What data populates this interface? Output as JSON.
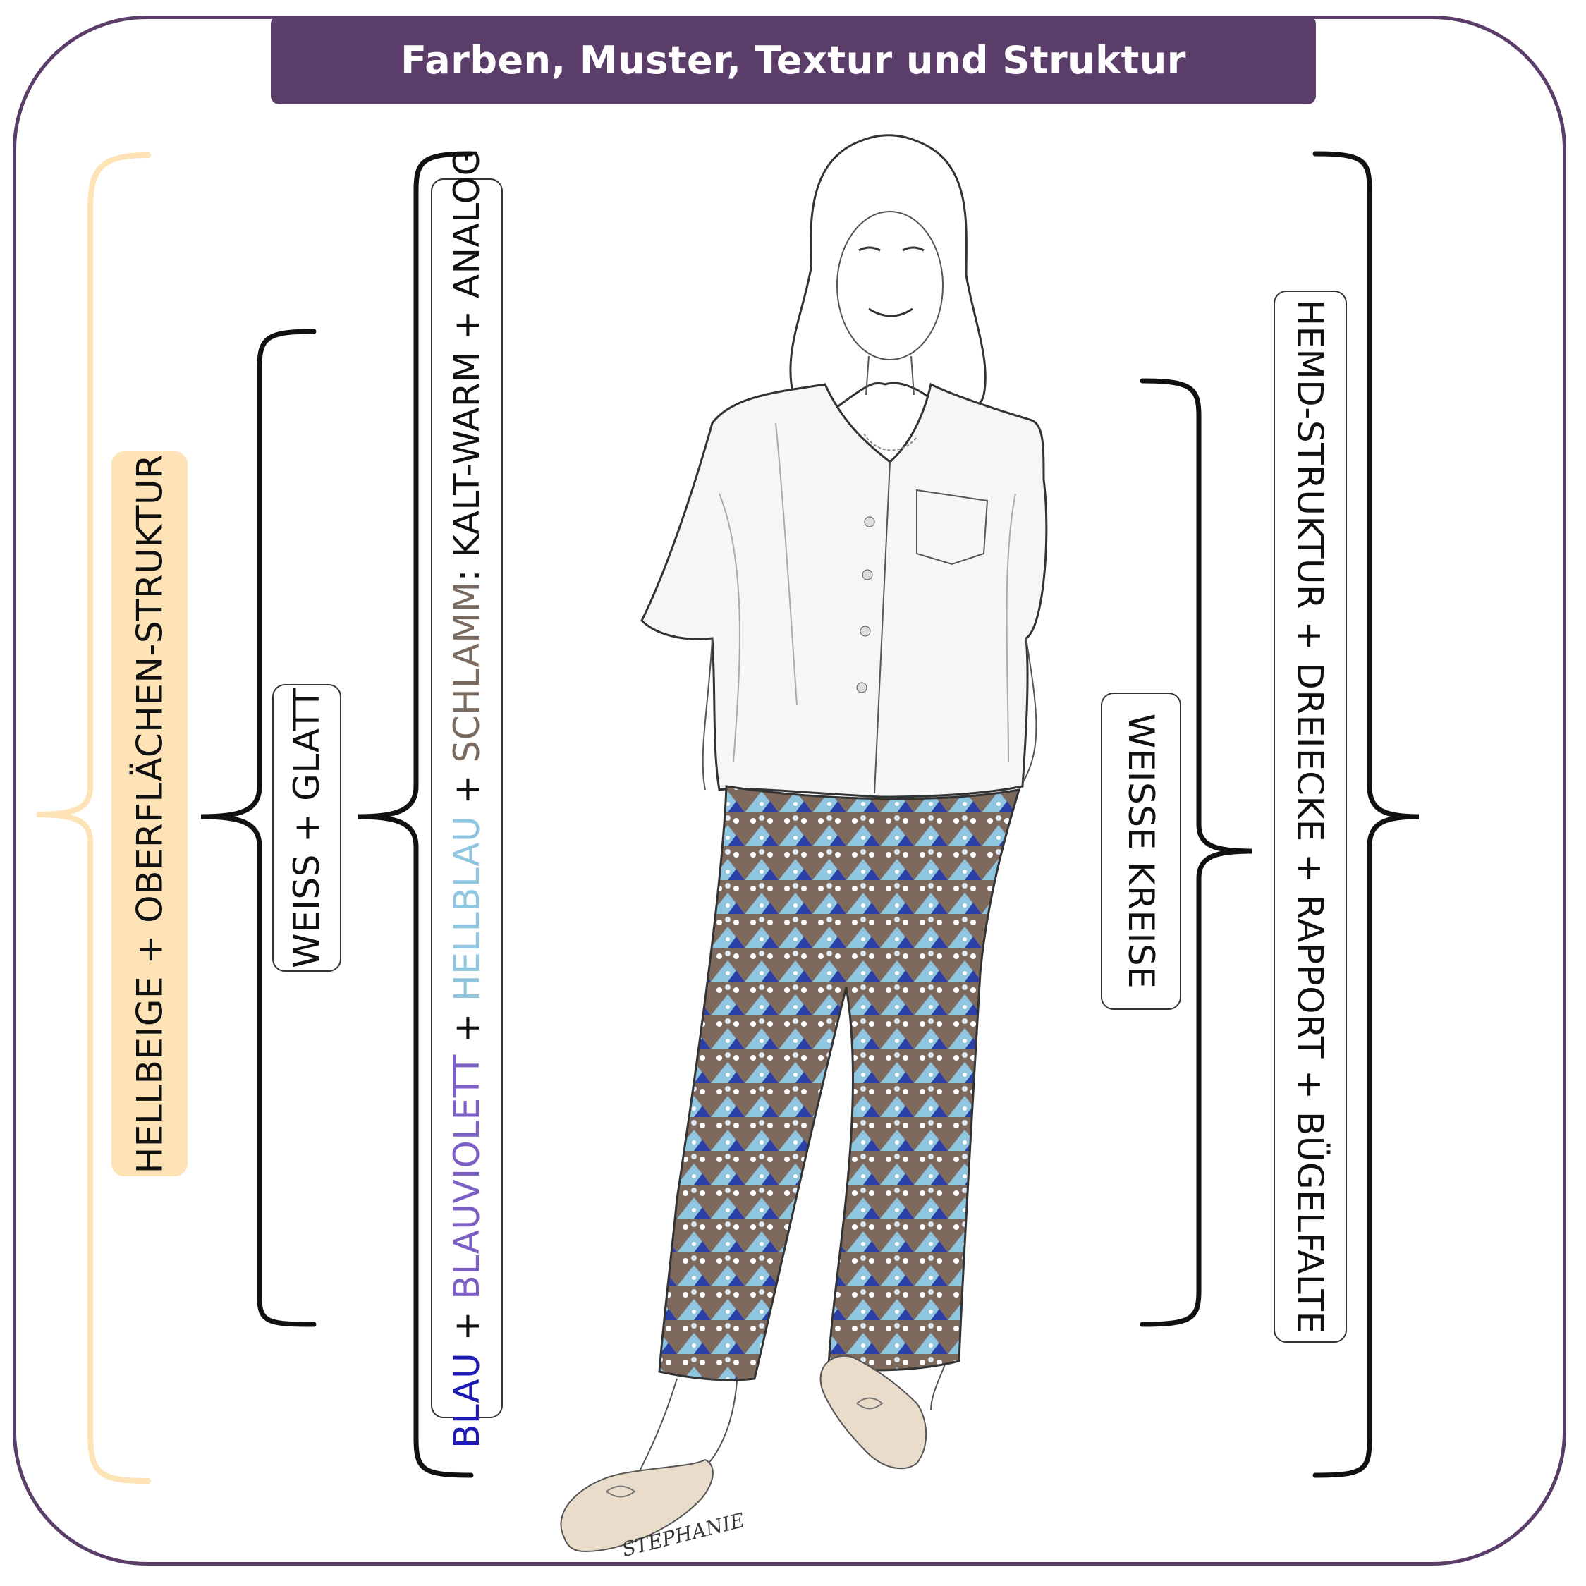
{
  "title": "Farben, Muster, Textur und Struktur",
  "labels": {
    "overall": "HELLBEIGE + OBERFLÄCHEN-STRUKTUR",
    "shirt": "WEISS + GLATT",
    "pants_colors": [
      {
        "text": "BLAU",
        "color": "#1e1ab4"
      },
      {
        "text": " + ",
        "color": "#111111"
      },
      {
        "text": "BLAUVIOLETT",
        "color": "#7b5fc4"
      },
      {
        "text": " + ",
        "color": "#111111"
      },
      {
        "text": "HELLBLAU",
        "color": "#8ec6df"
      },
      {
        "text": " + ",
        "color": "#111111"
      },
      {
        "text": "SCHLAMM",
        "color": "#7a6a5f"
      },
      {
        "text": ": KALT-WARM + ANALOG",
        "color": "#111111"
      }
    ],
    "circles": "WEISSE KREISE",
    "pattern": "HEMD-STRUKTUR + DREIECKE + RAPPORT + BÜGELFALTE"
  },
  "signature": "STEPHANIE",
  "colors": {
    "frame": "#5a3d68",
    "beige": "#fde3b5",
    "bracket": "#111111",
    "pants_brown": "#7d6a5c",
    "pants_lightblue": "#8ec6df",
    "pants_blue": "#2a3fa8"
  }
}
